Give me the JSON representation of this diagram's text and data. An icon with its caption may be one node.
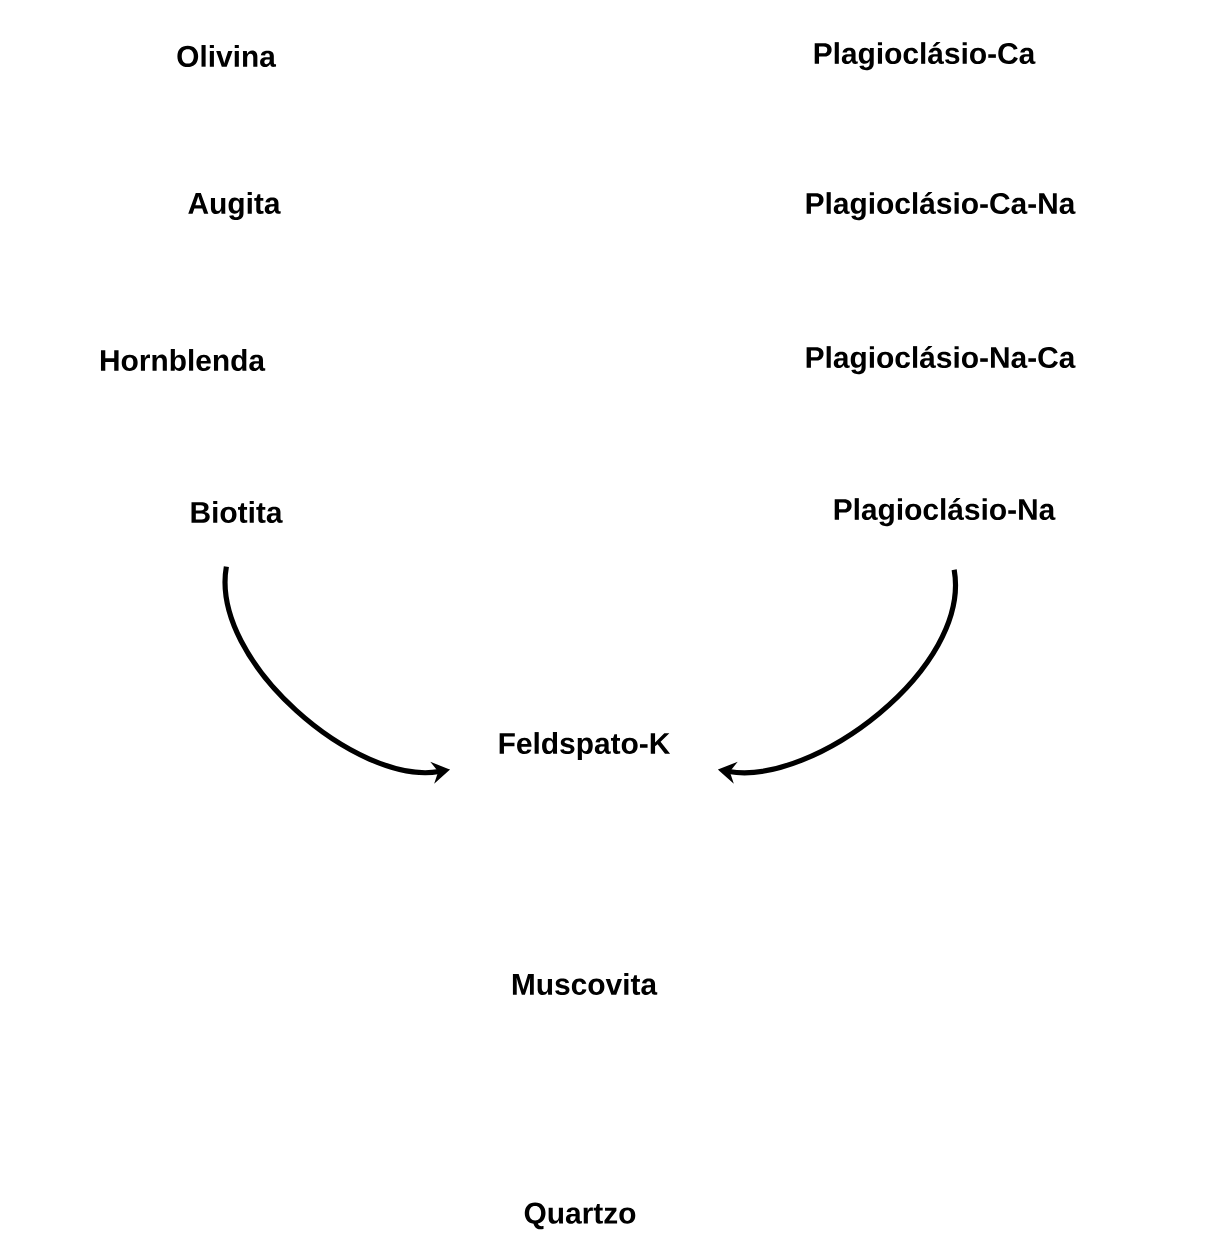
{
  "diagram": {
    "nodes": [
      {
        "text": [
          "Olivina"
        ]
      },
      {
        "text": [
          "Plagioclásio-Ca"
        ]
      },
      {
        "text": [
          "Augita"
        ]
      },
      {
        "text": [
          "Plagioclásio-Ca-Na"
        ]
      },
      {
        "text": [
          "Hornblenda"
        ]
      },
      {
        "text": [
          "Plagioclásio-Na-Ca"
        ]
      },
      {
        "text": [
          "Biotita"
        ]
      },
      {
        "text": [
          "Plagioclásio-Na"
        ]
      },
      {
        "text": [
          "Feldspato-K"
        ]
      },
      {
        "text": [
          "Muscovita"
        ]
      },
      {
        "text": [
          "Quartzo"
        ]
      }
    ],
    "edges": [
      {
        "from": 6,
        "to": 8,
        "arrow": "to"
      },
      {
        "from": 7,
        "to": 8,
        "arrow": "to"
      }
    ]
  }
}
